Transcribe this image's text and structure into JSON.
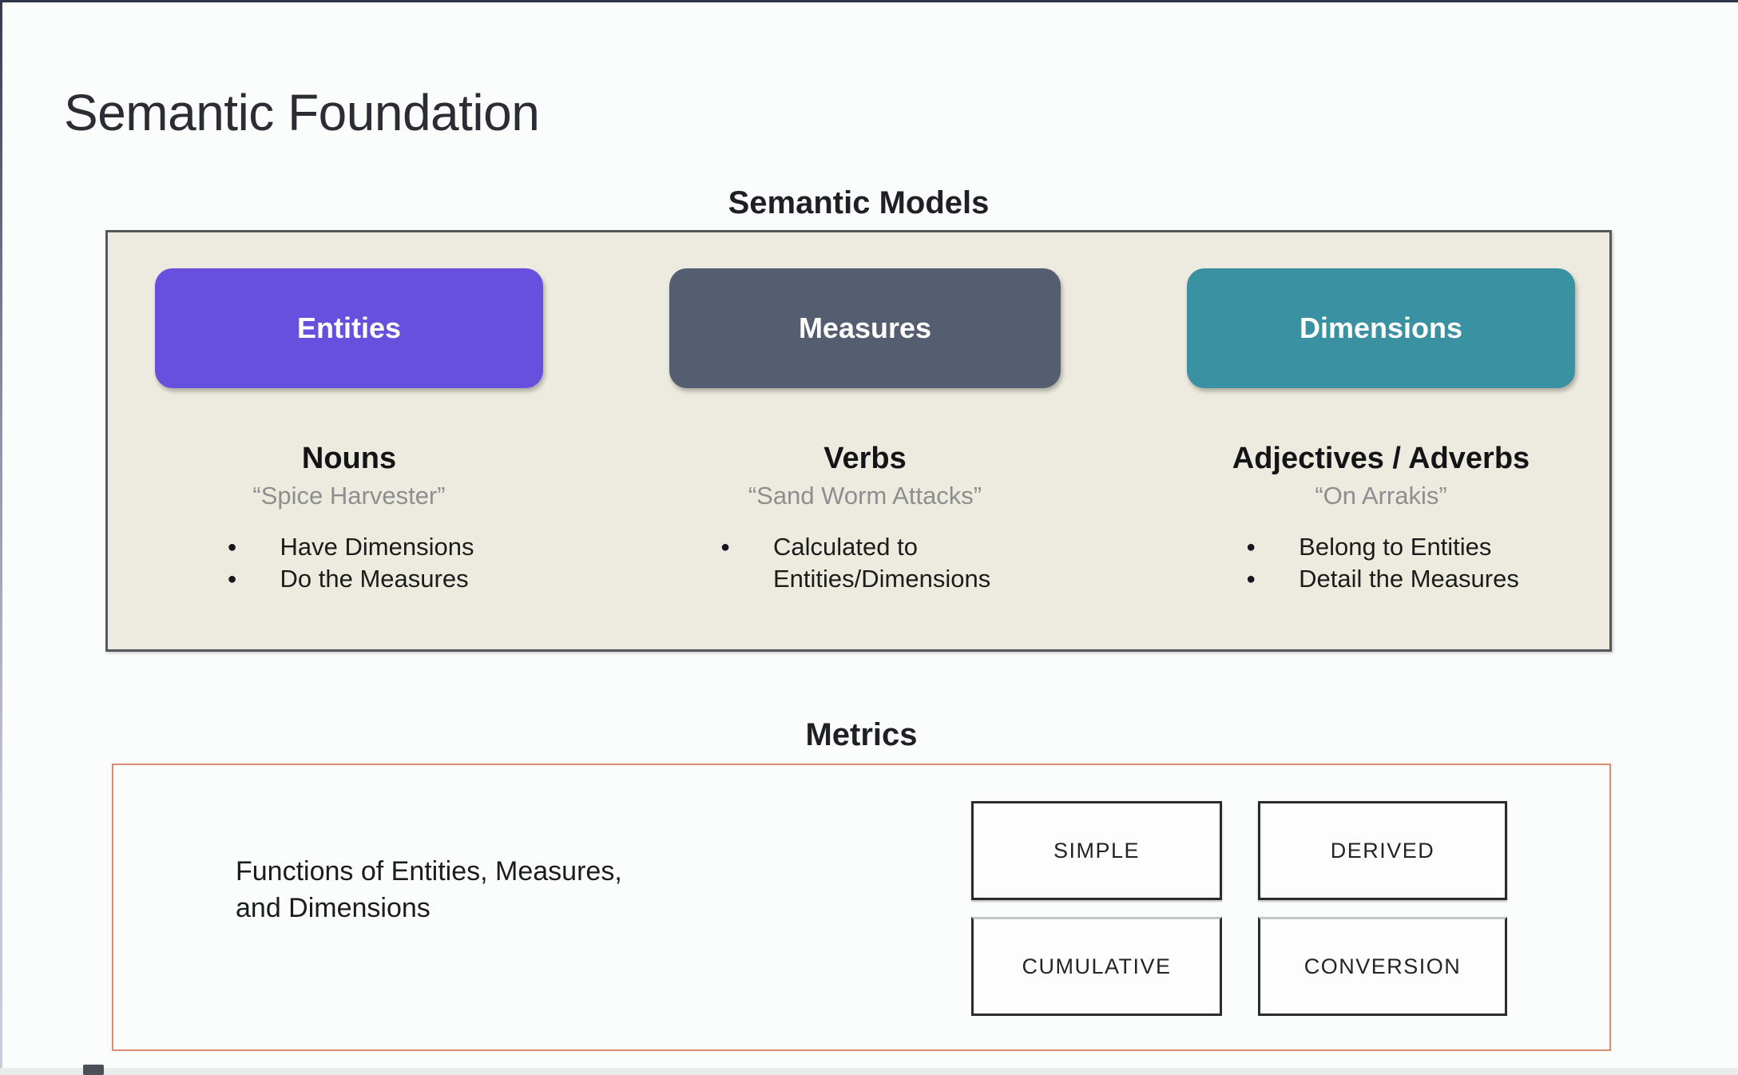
{
  "page": {
    "title": "Semantic Foundation"
  },
  "semantic_models": {
    "label": "Semantic Models",
    "panel_fill_color": "#edebdf",
    "panel_border_color": "#54585c",
    "columns": [
      {
        "id": "entities",
        "button_label": "Entities",
        "button_color": "#6750dd",
        "heading": "Nouns",
        "quote": "“Spice Harvester”",
        "bullets": [
          "Have Dimensions",
          "Do the Measures"
        ]
      },
      {
        "id": "measures",
        "button_label": "Measures",
        "button_color": "#545e70",
        "heading": "Verbs",
        "quote": "“Sand Worm Attacks”",
        "bullets": [
          "Calculated to Entities/Dimensions"
        ]
      },
      {
        "id": "dimensions",
        "button_label": "Dimensions",
        "button_color": "#3a91a2",
        "heading": "Adjectives / Adverbs",
        "quote": "“On Arrakis”",
        "bullets": [
          "Belong to Entities",
          "Detail the Measures"
        ]
      }
    ]
  },
  "metrics": {
    "label": "Metrics",
    "panel_border_color": "#d98c72",
    "description_line1": "Functions of Entities, Measures,",
    "description_line2": "and Dimensions",
    "types": [
      "SIMPLE",
      "DERIVED",
      "CUMULATIVE",
      "CONVERSION"
    ]
  }
}
